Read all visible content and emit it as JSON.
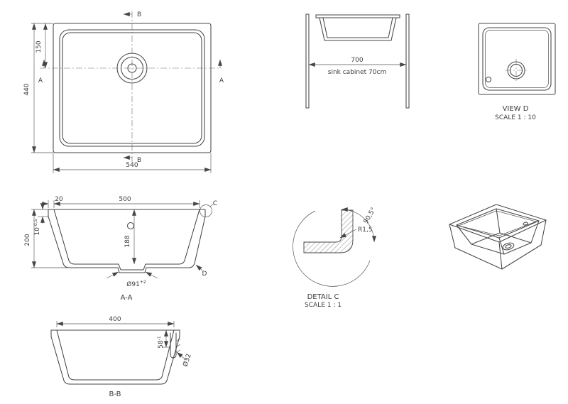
{
  "colors": {
    "background": "#ffffff",
    "line": "#46464a",
    "text": "#3d3d3f"
  },
  "plan_view": {
    "dim_width": "540",
    "dim_height": "440",
    "dim_drain_offset": "150",
    "section_marker_a": "A",
    "section_marker_b": "B"
  },
  "cabinet_view": {
    "dim_width": "700",
    "caption": "sink cabinet 70cm"
  },
  "view_d": {
    "title": "VIEW D",
    "scale": "SCALE 1 : 10"
  },
  "section_aa": {
    "label": "A-A",
    "dim_rim": "20",
    "dim_opening": "500",
    "dim_edge_height": "10",
    "dim_edge_tol": "-0,5",
    "dim_depth": "200",
    "dim_inner_depth": "188",
    "dim_drain": "Ø91",
    "dim_drain_tol": "+2",
    "detail_marker_c": "C",
    "detail_marker_d": "D"
  },
  "detail_c": {
    "title": "DETAIL C",
    "scale": "SCALE 1 : 1",
    "radius": "R1,5",
    "angle": "90,5°"
  },
  "section_bb": {
    "label": "B-B",
    "dim_opening": "400",
    "dim_overflow_depth": "58",
    "dim_overflow_tol": "-1",
    "dim_outlet": "Ø32"
  }
}
